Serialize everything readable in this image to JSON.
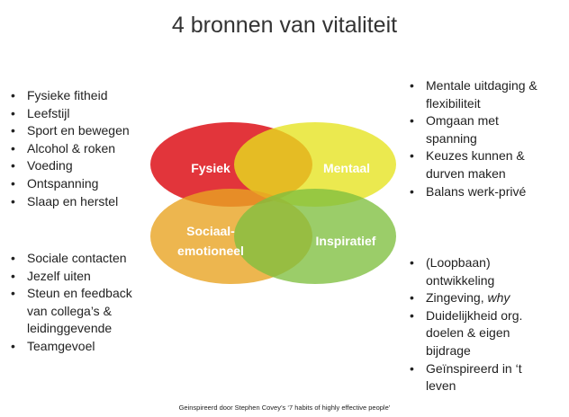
{
  "title": "4 bronnen van vitaliteit",
  "circles": [
    {
      "label_lines": [
        "Fysiek"
      ],
      "color": "#e0242a"
    },
    {
      "label_lines": [
        "Mentaal"
      ],
      "color": "#e6e31e"
    },
    {
      "label_lines": [
        "Sociaal-",
        "emotioneel"
      ],
      "color": "#e8a423"
    },
    {
      "label_lines": [
        "Inspiratief"
      ],
      "color": "#7fbf3f"
    }
  ],
  "lists": {
    "fysiek": [
      "Fysieke fitheid",
      "Leefstijl",
      "Sport en bewegen",
      "Alcohol & roken",
      "Voeding",
      "Ontspanning",
      "Slaap en herstel"
    ],
    "sociaal": [
      "Sociale contacten",
      "Jezelf uiten",
      "Steun en feedback van collega’s & leidinggevende",
      "Teamgevoel"
    ],
    "mentaal": [
      "Mentale uitdaging & flexibiliteit",
      "Omgaan met spanning",
      "Keuzes kunnen & durven maken",
      "Balans werk-privé"
    ],
    "inspiratief": [
      "(Loopbaan) ontwikkeling",
      "Zingeving, why",
      "Duidelijkheid org. doelen & eigen bijdrage",
      "Geïnspireerd in ‘t leven"
    ]
  },
  "footer": "Geinspireerd door Stephen Covey’s ‘7 habits of highly effective people’"
}
